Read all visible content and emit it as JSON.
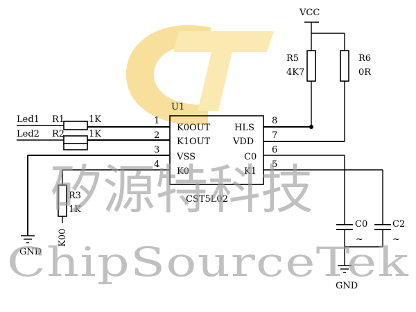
{
  "watermark": {
    "chinese": "矽源特科技",
    "english": "ChipSourceTek",
    "logo_color": "#f0c040"
  },
  "power": {
    "vcc": "VCC",
    "gnd_left": "GND",
    "gnd_right": "GND"
  },
  "ic": {
    "ref": "U1",
    "part": "CST5L02",
    "left_pins": [
      {
        "num": "1",
        "name": "K0OUT"
      },
      {
        "num": "2",
        "name": "K1OUT"
      },
      {
        "num": "3",
        "name": "VSS"
      },
      {
        "num": "4",
        "name": "K0"
      }
    ],
    "right_pins": [
      {
        "num": "8",
        "name": "HLS"
      },
      {
        "num": "7",
        "name": "VDD"
      },
      {
        "num": "6",
        "name": "C0"
      },
      {
        "num": "5",
        "name": "K1"
      }
    ]
  },
  "components": {
    "r1": {
      "ref": "R1",
      "value": "1K",
      "net": "Led1"
    },
    "r2": {
      "ref": "R2",
      "value": "1K",
      "net": "Led2"
    },
    "r3": {
      "ref": "R3",
      "value": "1K",
      "net": "K00"
    },
    "r5": {
      "ref": "R5",
      "value": "4K7"
    },
    "r6": {
      "ref": "R6",
      "value": "0R"
    },
    "c0": {
      "ref": "C0",
      "value": "~"
    },
    "c2": {
      "ref": "C2",
      "value": "~"
    }
  }
}
